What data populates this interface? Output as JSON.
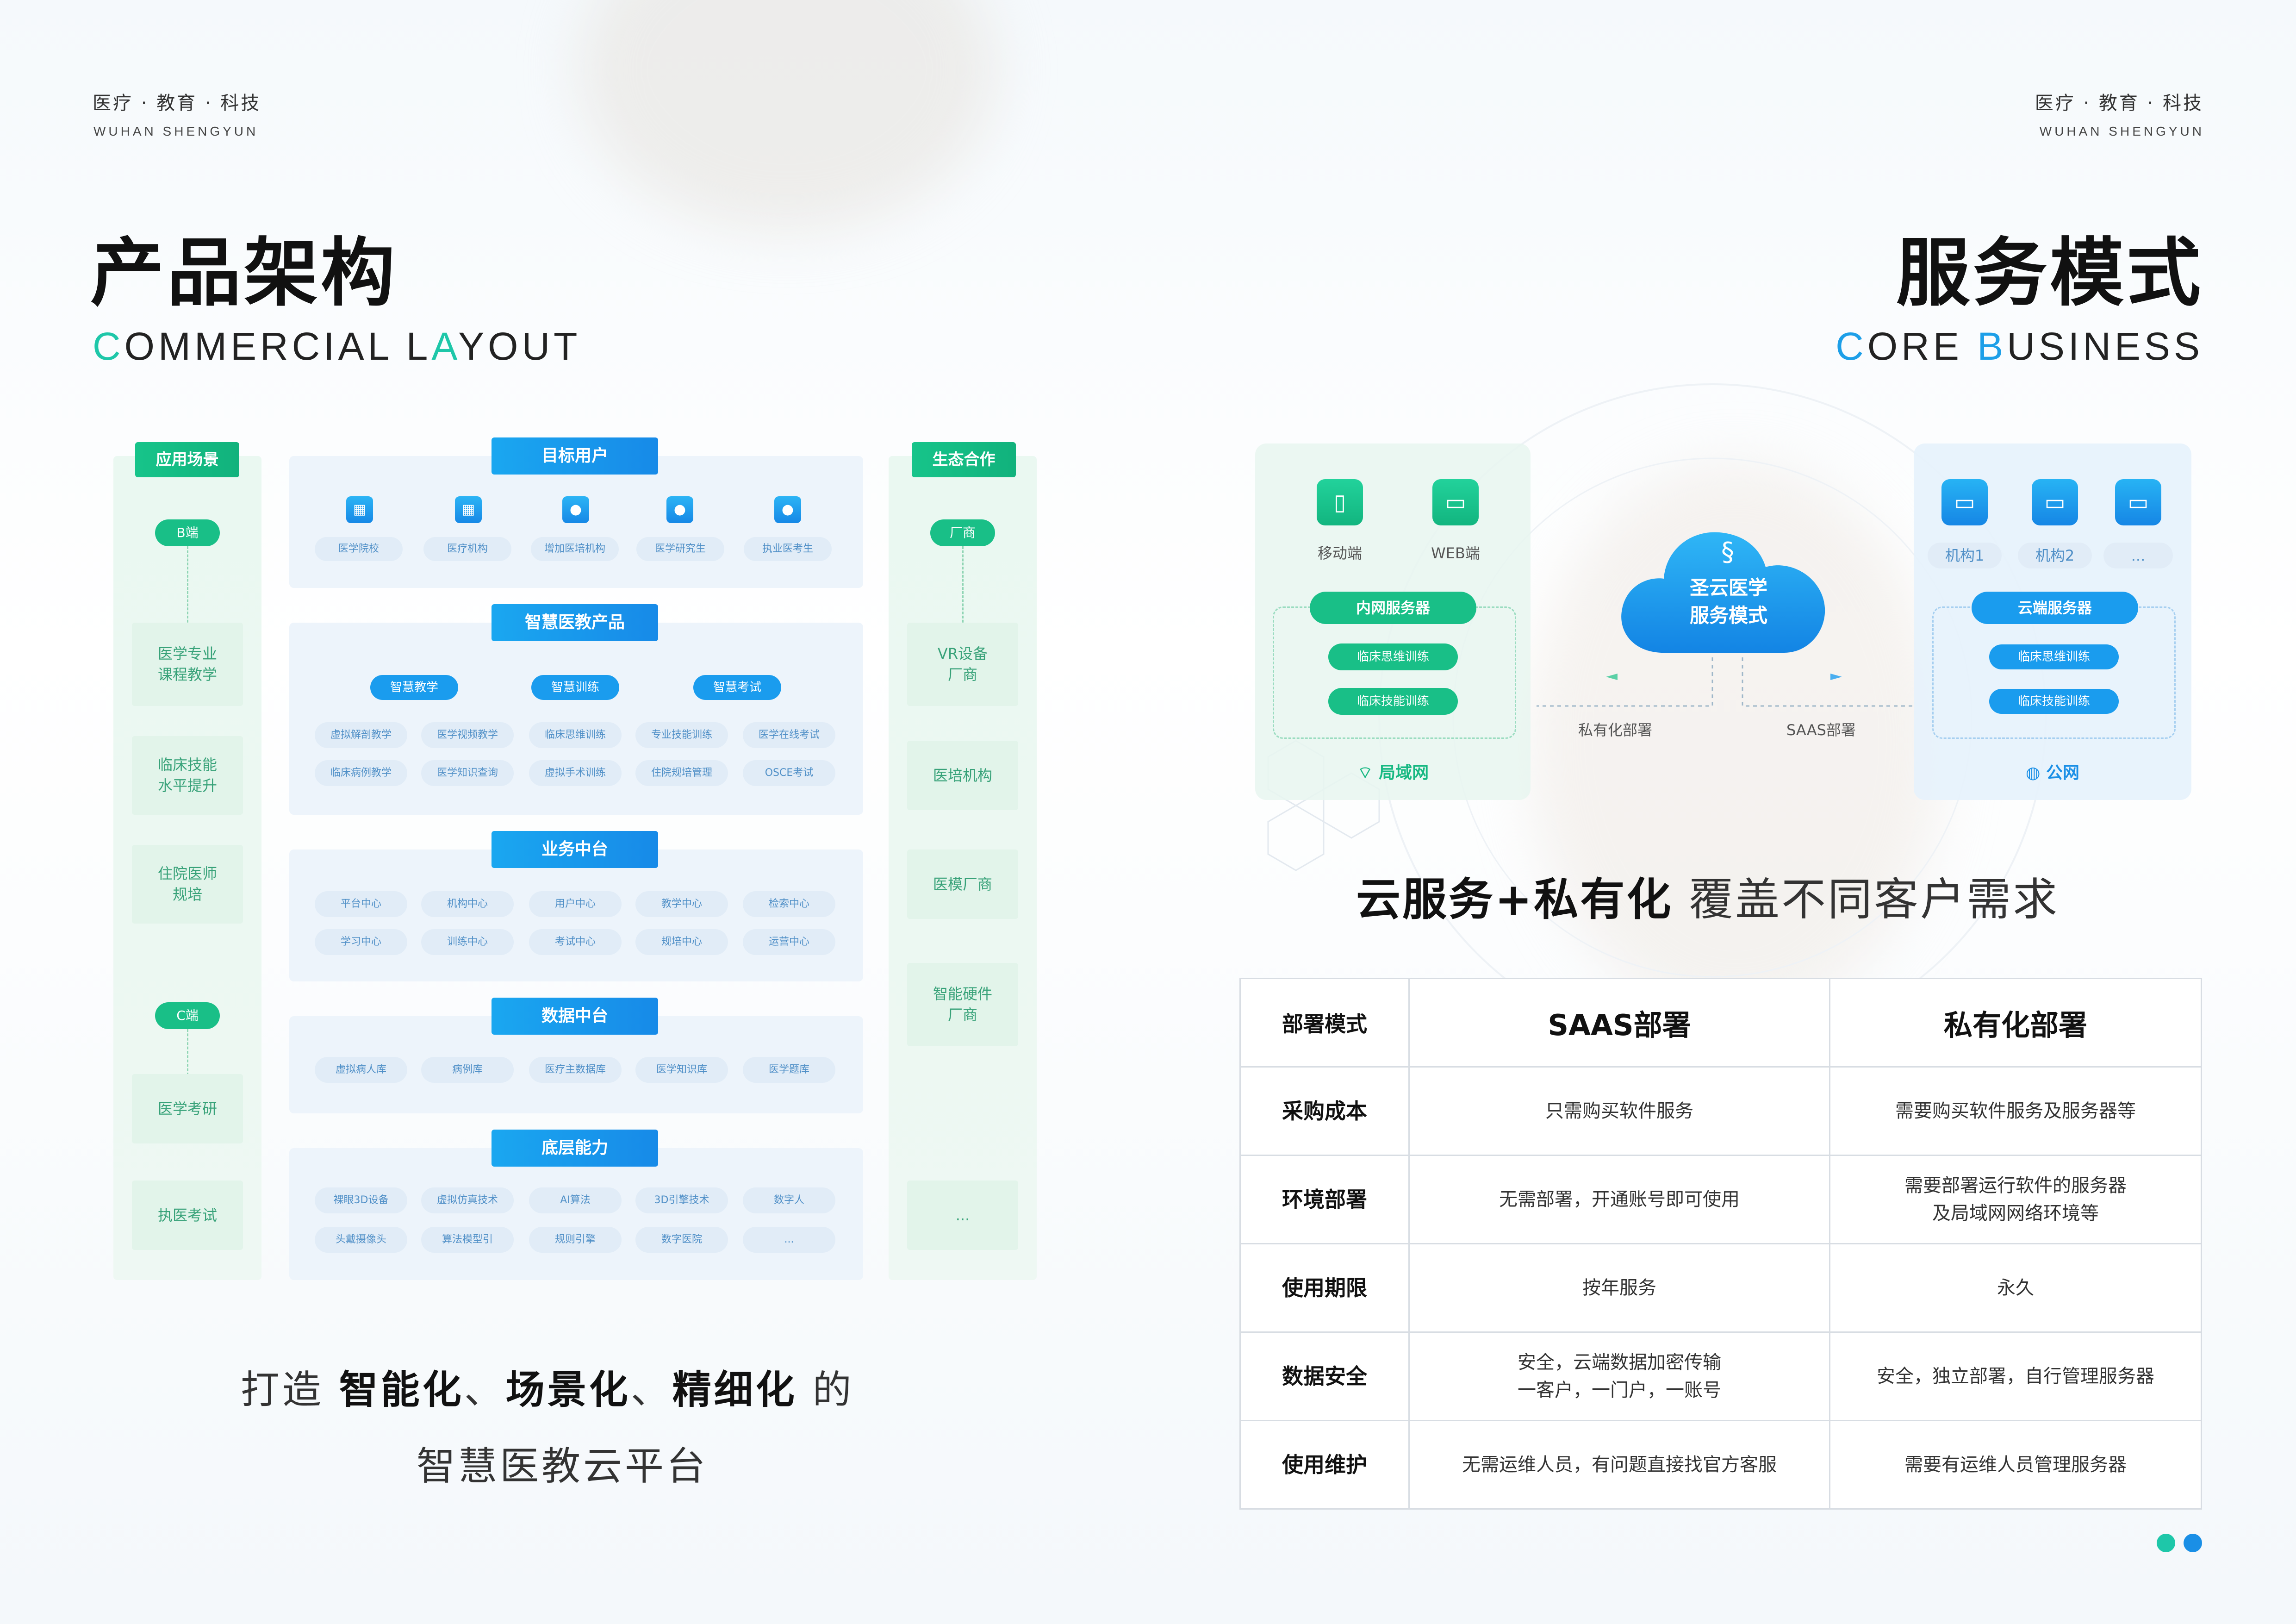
{
  "colors": {
    "green": "#17c48a",
    "blue": "#1a9cee",
    "cyan": "#1ec7a9"
  },
  "left": {
    "brand": "医疗 · 教育 · 科技",
    "brand_en": "WUHAN SHENGYUN",
    "title": "产品架构",
    "subtitle": {
      "c1": "C",
      "t1": "OMMERCIAL ",
      "c2": "L",
      "t2": "A",
      "c3": "Y",
      "t3": "OUT"
    },
    "scenario": {
      "header": "应用场景",
      "b_tag": "B端",
      "c_tag": "C端",
      "items": [
        "医学专业\n课程教学",
        "临床技能\n水平提升",
        "住院医师\n规培",
        "医学考研",
        "执医考试"
      ]
    },
    "ecosystem": {
      "header": "生态合作",
      "tag": "厂商",
      "items": [
        "VR设备\n厂商",
        "医培机构",
        "医模厂商",
        "智能硬件\n厂商",
        "..."
      ]
    },
    "target_users": {
      "header": "目标用户",
      "items": [
        "医学院校",
        "医疗机构",
        "增加医培机构",
        "医学研究生",
        "执业医考生"
      ]
    },
    "products": {
      "header": "智慧医教产品",
      "tabs": [
        "智慧教学",
        "智慧训练",
        "智慧考试"
      ],
      "row1": [
        "虚拟解剖教学",
        "医学视频教学",
        "临床思维训练",
        "专业技能训练",
        "医学在线考试"
      ],
      "row2": [
        "临床病例教学",
        "医学知识查询",
        "虚拟手术训练",
        "住院规培管理",
        "OSCE考试"
      ]
    },
    "business": {
      "header": "业务中台",
      "row1": [
        "平台中心",
        "机构中心",
        "用户中心",
        "教学中心",
        "检索中心"
      ],
      "row2": [
        "学习中心",
        "训练中心",
        "考试中心",
        "规培中心",
        "运营中心"
      ]
    },
    "data": {
      "header": "数据中台",
      "row1": [
        "虚拟病人库",
        "病例库",
        "医疗主数据库",
        "医学知识库",
        "医学题库"
      ]
    },
    "base": {
      "header": "底层能力",
      "row1": [
        "裸眼3D设备",
        "虚拟仿真技术",
        "AI算法",
        "3D引擎技术",
        "数字人"
      ],
      "row2": [
        "头戴摄像头",
        "算法模型引",
        "规则引擎",
        "数字医院",
        "..."
      ]
    },
    "slogan": {
      "p1": "打造 ",
      "b1": "智能化",
      "s1": "、",
      "b2": "场景化",
      "s2": "、",
      "b3": "精细化",
      "p2": " 的",
      "line2": "智慧医教云平台"
    }
  },
  "right": {
    "brand": "医疗 · 教育 · 科技",
    "brand_en": "WUHAN SHENGYUN",
    "title": "服务模式",
    "subtitle": {
      "c1": "C",
      "t1": "ORE ",
      "c2": "B",
      "t2": "USINESS"
    },
    "private_card": {
      "devices": [
        "移动端",
        "WEB端"
      ],
      "header": "内网服务器",
      "items": [
        "临床思维训练",
        "临床技能训练"
      ],
      "network": "局域网"
    },
    "cloud": {
      "line1": "圣云医学",
      "line2": "服务模式"
    },
    "saas_card": {
      "devices": [
        "机构1",
        "机构2",
        "..."
      ],
      "header": "云端服务器",
      "items": [
        "临床思维训练",
        "临床技能训练"
      ],
      "network": "公网"
    },
    "deploy_left": "私有化部署",
    "deploy_right": "SAAS部署",
    "headline": {
      "b": "云服务+私有化",
      "t": " 覆盖不同客户需求"
    },
    "table": {
      "headers": [
        "部署模式",
        "SAAS部署",
        "私有化部署"
      ],
      "rows": [
        [
          "采购成本",
          "只需购买软件服务",
          "需要购买软件服务及服务器等"
        ],
        [
          "环境部署",
          "无需部署，开通账号即可使用",
          "需要部署运行软件的服务器\n及局域网网络环境等"
        ],
        [
          "使用期限",
          "按年服务",
          "永久"
        ],
        [
          "数据安全",
          "安全，云端数据加密传输\n一客户，一门户，一账号",
          "安全，独立部署，自行管理服务器"
        ],
        [
          "使用维护",
          "无需运维人员，有问题直接找官方客服",
          "需要有运维人员管理服务器"
        ]
      ]
    }
  }
}
